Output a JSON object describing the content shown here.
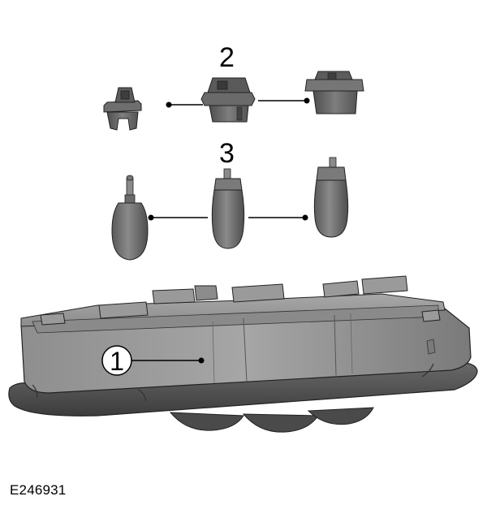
{
  "labels": {
    "item_1": "1",
    "item_2": "2",
    "item_3": "3"
  },
  "figure_id": "E246931",
  "colors": {
    "part_dark": "#5c5c5c",
    "part_mid": "#7a7a7a",
    "part_light": "#9a9a9a",
    "leader_line": "#000000",
    "background": "#ffffff"
  }
}
